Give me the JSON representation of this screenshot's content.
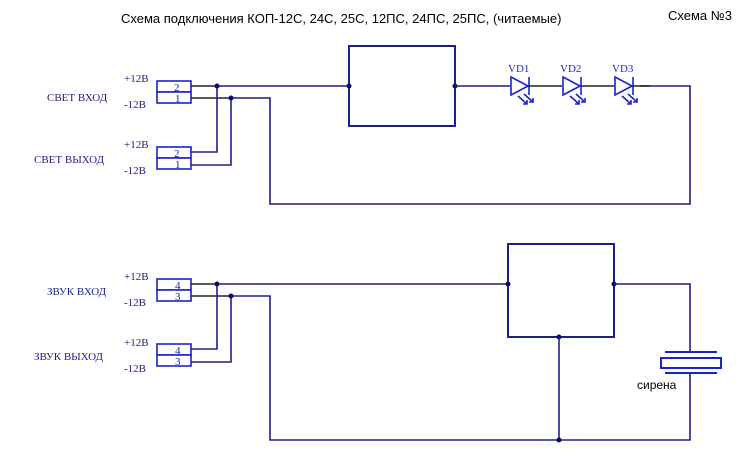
{
  "header": {
    "title": "Схема подключения КОП-12С, 24С, 25С, 12ПС, 24ПС, 25ПС, (читаемые)",
    "scheme_number": "Схема №3"
  },
  "colors": {
    "wire": "#1b1f8a",
    "component": "#1a23c8",
    "node": "#0a0a6e",
    "text": "#000000"
  },
  "light_section": {
    "input": {
      "label": "СВЕТ ВХОД",
      "plus_label": "+12В",
      "minus_label": "-12В",
      "pins": [
        "2",
        "1"
      ]
    },
    "output": {
      "label": "СВЕТ ВЫХОД",
      "plus_label": "+12В",
      "minus_label": "-12В",
      "pins": [
        "2",
        "1"
      ]
    },
    "diodes": [
      {
        "label": "VD1",
        "icon": "led-icon"
      },
      {
        "label": "VD2",
        "icon": "led-icon"
      },
      {
        "label": "VD3",
        "icon": "led-icon"
      }
    ]
  },
  "sound_section": {
    "input": {
      "label": "ЗВУК ВХОД",
      "plus_label": "+12В",
      "minus_label": "-12В",
      "pins": [
        "4",
        "3"
      ]
    },
    "output": {
      "label": "ЗВУК ВЫХОД",
      "plus_label": "+12В",
      "minus_label": "-12В",
      "pins": [
        "4",
        "3"
      ]
    },
    "siren": {
      "label": "сирена",
      "icon": "siren-icon"
    }
  }
}
